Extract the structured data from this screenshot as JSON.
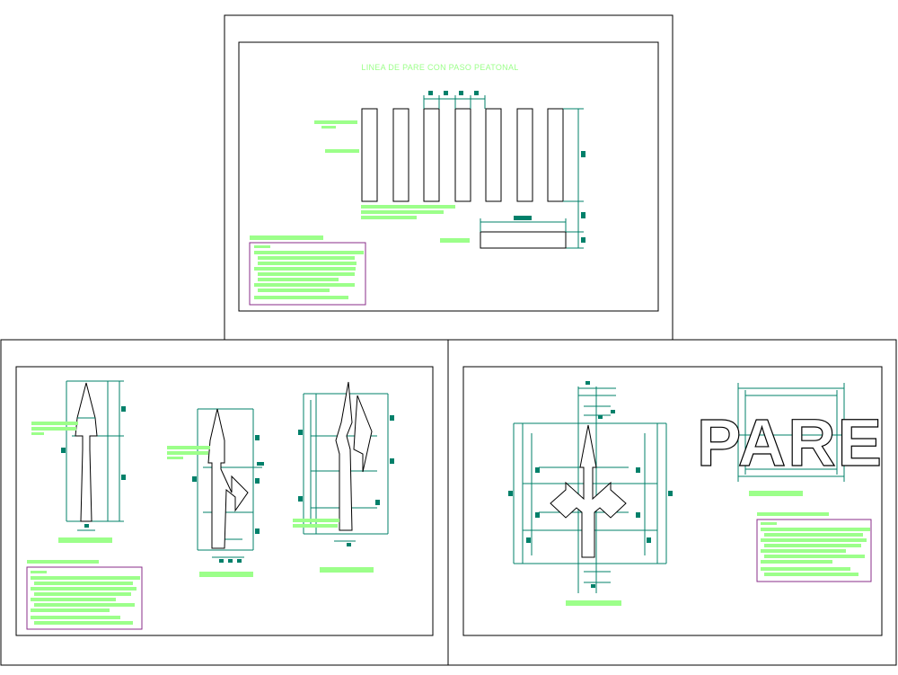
{
  "drawing_title": "LINEA DE PARE CON PASO PEATONAL",
  "pare_text": "PARE",
  "colors": {
    "frame": "#000000",
    "dimension": "#00806a",
    "annotation": "#9cff8a",
    "note_box": "#8a2e8a",
    "background": "#ffffff"
  },
  "sheets": [
    "top-sheet",
    "bottom-left-sheet",
    "bottom-right-sheet"
  ]
}
